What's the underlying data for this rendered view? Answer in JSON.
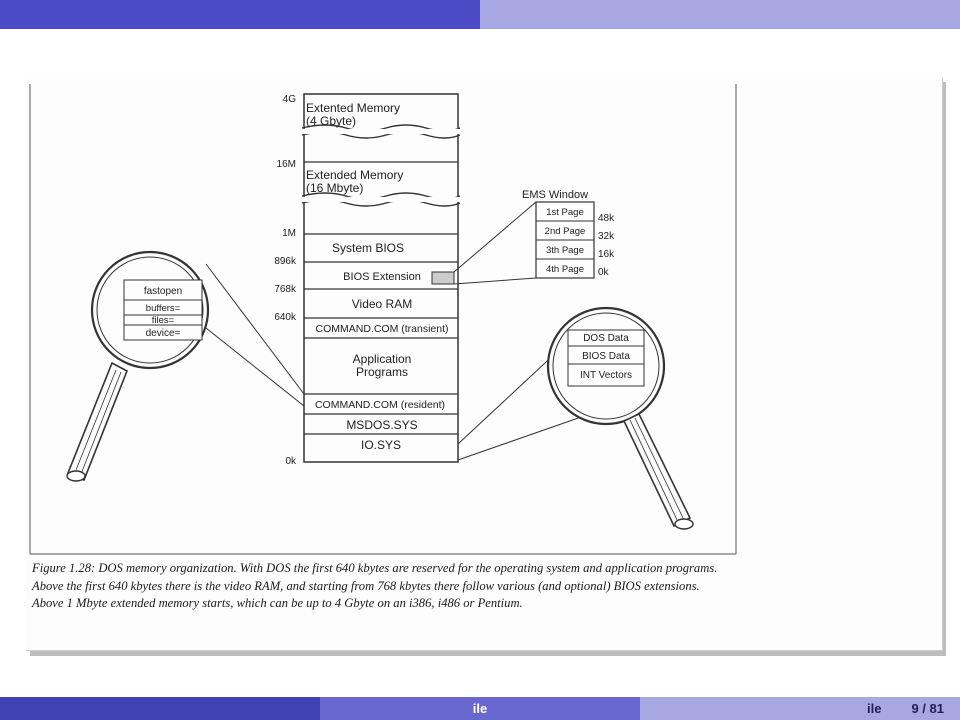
{
  "diagram": {
    "address_labels": [
      "4G",
      "16M",
      "1M",
      "896k",
      "768k",
      "640k",
      "0k"
    ],
    "memory_blocks": [
      "Extented Memory\n(4 Gbyte)",
      "Extended Memory\n(16 Mbyte)",
      "System BIOS",
      "BIOS Extension",
      "Video RAM",
      "COMMAND.COM (transient)",
      "Application\nPrograms",
      "COMMAND.COM (resident)",
      "MSDOS.SYS",
      "IO.SYS"
    ],
    "ems_window": {
      "title": "EMS  Window",
      "pages": [
        "1st Page",
        "2nd Page",
        "3th Page",
        "4th Page"
      ],
      "offsets": [
        "48k",
        "32k",
        "16k",
        "0k"
      ]
    },
    "left_magnifier_items": [
      "fastopen",
      "buffers=",
      "files=",
      "device="
    ],
    "right_magnifier_items": [
      "DOS  Data",
      "BIOS  Data",
      "INT  Vectors"
    ]
  },
  "caption": "Figure 1.28: DOS memory organization. With DOS the first 640 kbytes are reserved for the operating system and application programs. Above the first 640 kbytes there is the video RAM, and starting from 768 kbytes there follow various (and optional) BIOS extensions. Above 1 Mbyte extended memory starts, which can be up to 4 Gbyte on an i386, i486 or Pentium.",
  "footer": {
    "center_text": "ile",
    "right_author": "ile",
    "page_number": "9 / 81"
  }
}
